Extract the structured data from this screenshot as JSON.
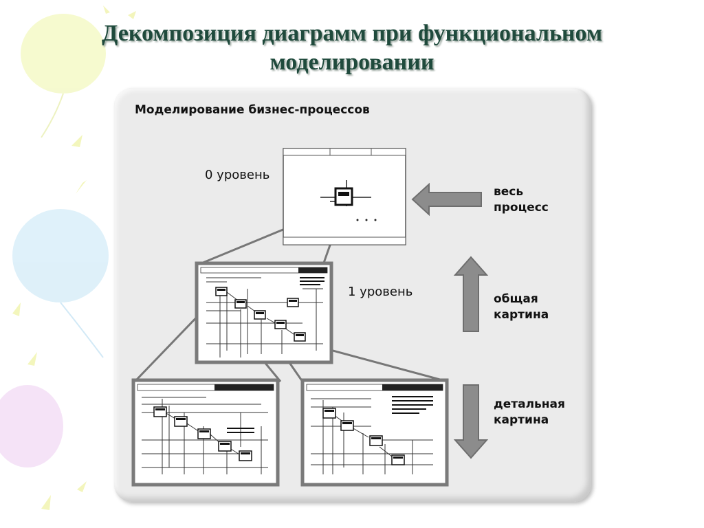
{
  "title": {
    "line1": "Декомпозиция диаграмм при функциональном",
    "line2": "моделировании"
  },
  "panel": {
    "title": "Моделирование бизнес-процессов"
  },
  "levels": {
    "level0": "0 уровень",
    "level1": "1 уровень"
  },
  "arrows": {
    "whole": {
      "line1": "весь",
      "line2": "процесс",
      "direction": "left"
    },
    "general": {
      "line1": "общая",
      "line2": "картина",
      "direction": "up"
    },
    "detail": {
      "line1": "детальная",
      "line2": "картина",
      "direction": "down"
    }
  },
  "colors": {
    "title": "#1f4a3c",
    "panel": "#ebebeb",
    "arrow": "#8c8c8c",
    "frame": "#7a7a7a"
  }
}
